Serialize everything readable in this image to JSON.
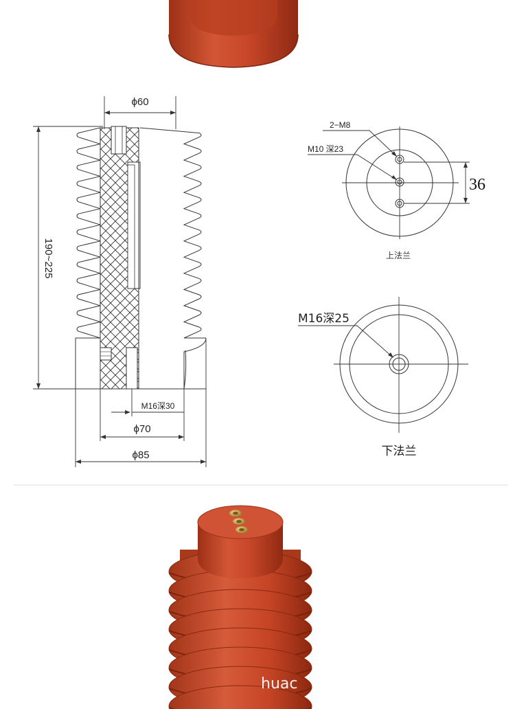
{
  "colors": {
    "insulator_body": "#c8472a",
    "insulator_shade": "#a33418",
    "insulator_light": "#d9603f",
    "brass": "#d9b464",
    "line": "#222222",
    "divider": "#eeeeee"
  },
  "section_view": {
    "top_diameter": "ϕ60",
    "height_range": "190~225",
    "bottom_thread": "M16深30",
    "inner_diameter": "ϕ70",
    "outer_diameter": "ϕ85"
  },
  "top_flange": {
    "bolt_spec": "2−M8",
    "center_hole": "M10 深23",
    "bolt_spacing": "36",
    "caption": "上法兰"
  },
  "bottom_flange": {
    "center_hole": "M16深25",
    "caption": "下法兰"
  },
  "watermark": "huac"
}
